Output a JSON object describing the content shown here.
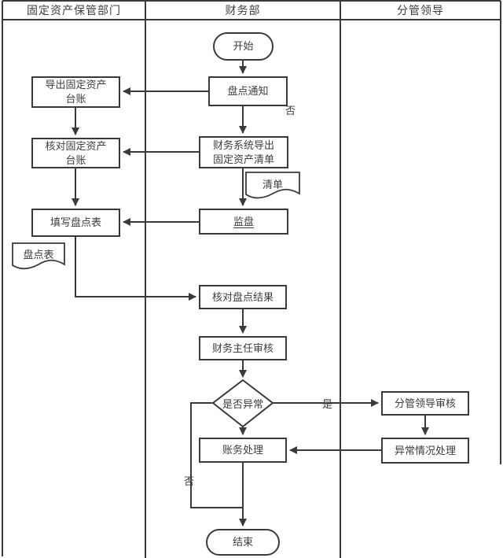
{
  "diagram": {
    "lanes": [
      {
        "label": "固定资产保管部门"
      },
      {
        "label": "财务部"
      },
      {
        "label": "分管领导"
      }
    ],
    "nodes": {
      "start": "开始",
      "notice": "盘点通知",
      "export_ledger": "导出固定资产\n台账",
      "check_ledger": "核对固定资产\n台账",
      "fill_sheet": "填写盘点表",
      "sheet_doc": "盘点表",
      "export_list": "财务系统导出\n固定资产清单",
      "list_doc": "清单",
      "supervise": "监盘",
      "check_result": "核对盘点结果",
      "director_review": "财务主任审核",
      "is_abnormal": "是否异常",
      "account_process": "账务处理",
      "leader_review": "分管领导审核",
      "exception_handle": "异常情况处理",
      "end": "结束"
    },
    "edge_labels": {
      "no_notice": "否",
      "yes": "是",
      "no_diamond": "否"
    },
    "colors": {
      "line": "#3a3a3a",
      "text": "#3d3d3d",
      "background": "#ffffff"
    }
  }
}
